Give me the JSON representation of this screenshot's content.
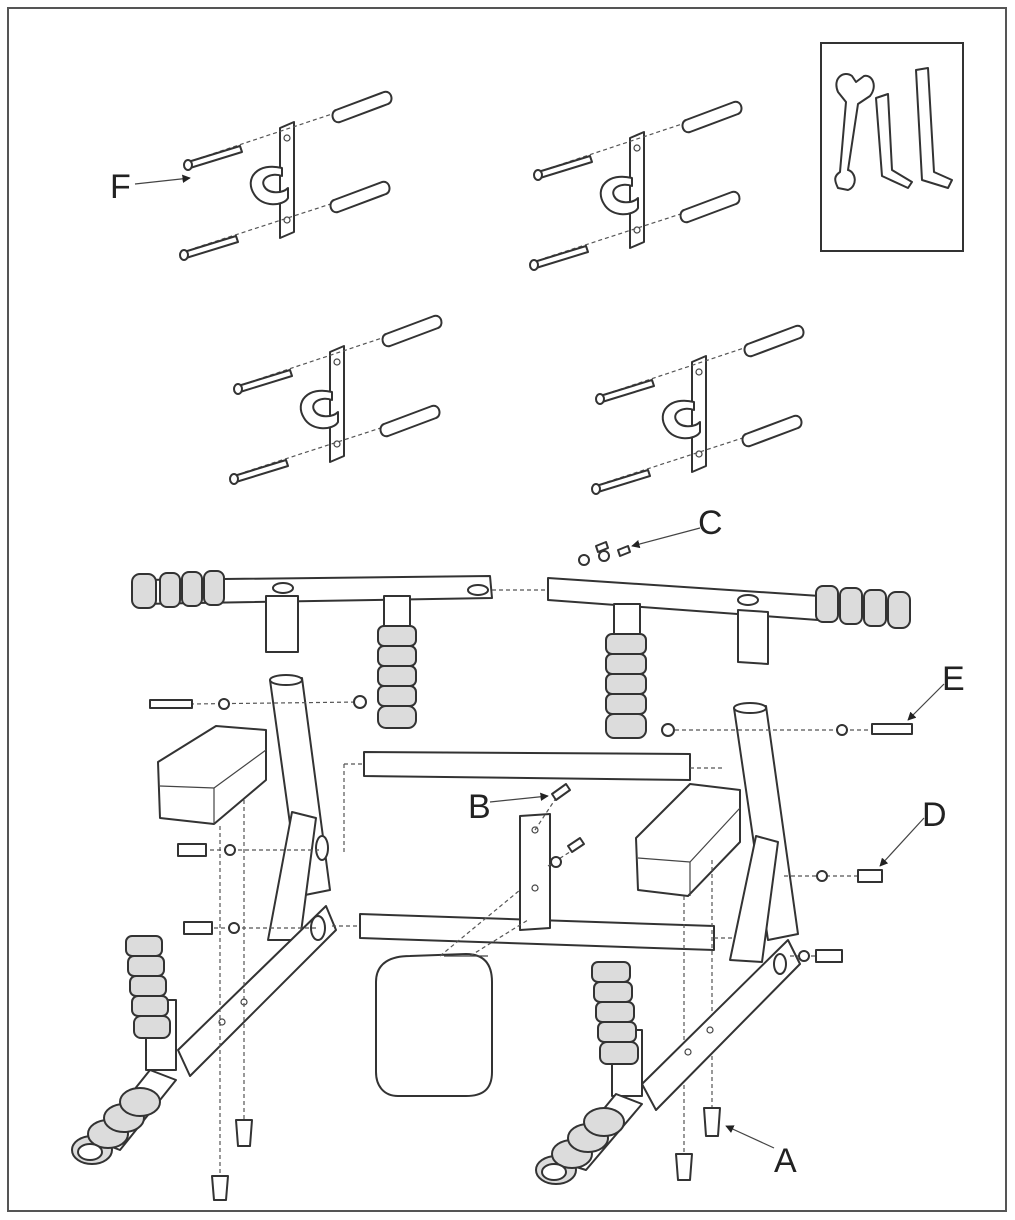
{
  "labels": {
    "A": "A",
    "B": "B",
    "C": "C",
    "D": "D",
    "E": "E",
    "F": "F"
  },
  "icons": {
    "tools": [
      "wrench-icon",
      "allen-key-small-icon",
      "allen-key-large-icon"
    ]
  }
}
